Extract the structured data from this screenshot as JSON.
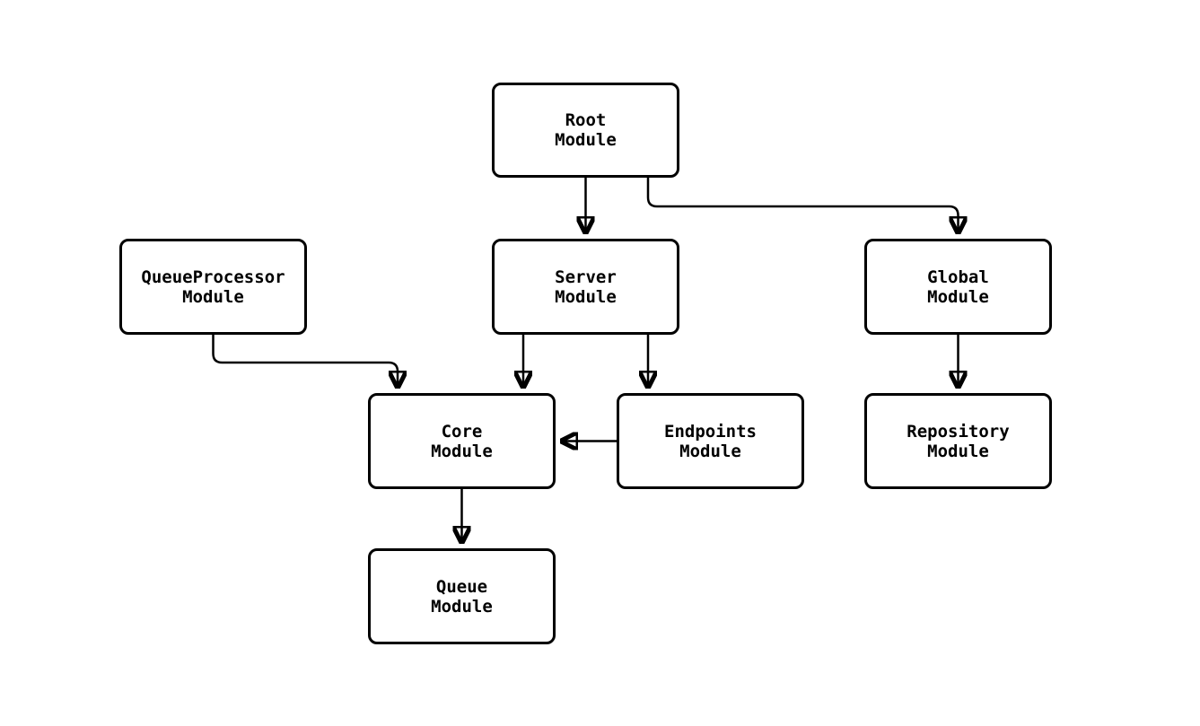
{
  "diagram": {
    "type": "flowchart-top-down",
    "description": "Module dependency graph",
    "colors": {
      "background": "#ffffff",
      "node_fill": "#ffffff",
      "node_border": "#000000",
      "edge_stroke": "#000000",
      "text": "#000000"
    }
  },
  "nodes": [
    {
      "id": "root",
      "label": "Root\nModule"
    },
    {
      "id": "queueprocessor",
      "label": "QueueProcessor\nModule"
    },
    {
      "id": "server",
      "label": "Server\nModule"
    },
    {
      "id": "global",
      "label": "Global\nModule"
    },
    {
      "id": "core",
      "label": "Core\nModule"
    },
    {
      "id": "endpoints",
      "label": "Endpoints\nModule"
    },
    {
      "id": "repository",
      "label": "Repository\nModule"
    },
    {
      "id": "queue",
      "label": "Queue\nModule"
    }
  ],
  "edges": [
    {
      "from": "Root Module",
      "to": "Server Module"
    },
    {
      "from": "Root Module",
      "to": "Global Module"
    },
    {
      "from": "QueueProcessor Module",
      "to": "Core Module"
    },
    {
      "from": "Server Module",
      "to": "Core Module"
    },
    {
      "from": "Server Module",
      "to": "Endpoints Module"
    },
    {
      "from": "Endpoints Module",
      "to": "Core Module"
    },
    {
      "from": "Global Module",
      "to": "Repository Module"
    },
    {
      "from": "Core Module",
      "to": "Queue Module"
    }
  ]
}
